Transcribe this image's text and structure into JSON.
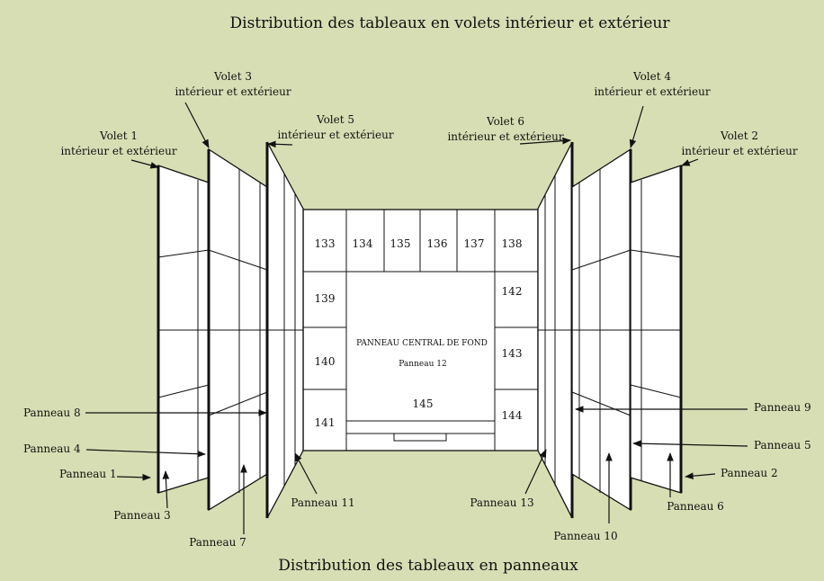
{
  "titles": {
    "top": "Distribution des tableaux en volets intérieur et extérieur",
    "bottom": "Distribution des tableaux en panneaux"
  },
  "volets": {
    "v1": {
      "name": "Volet 1",
      "sub": "intérieur et extérieur"
    },
    "v2": {
      "name": "Volet 2",
      "sub": "intérieur et extérieur"
    },
    "v3": {
      "name": "Volet 3",
      "sub": "intérieur et extérieur"
    },
    "v4": {
      "name": "Volet 4",
      "sub": "intérieur et extérieur"
    },
    "v5": {
      "name": "Volet 5",
      "sub": "intérieur et extérieur"
    },
    "v6": {
      "name": "Volet 6",
      "sub": "intérieur et extérieur"
    }
  },
  "panneaux": {
    "p1": "Panneau 1",
    "p2": "Panneau 2",
    "p3": "Panneau 3",
    "p4": "Panneau 4",
    "p5": "Panneau 5",
    "p6": "Panneau 6",
    "p7": "Panneau 7",
    "p8": "Panneau 8",
    "p9": "Panneau 9",
    "p10": "Panneau 10",
    "p11": "Panneau 11",
    "p13": "Panneau 13"
  },
  "central": {
    "title": "PANNEAU CENTRAL DE FOND",
    "sub": "Panneau 12"
  },
  "cells": {
    "c133": "133",
    "c134": "134",
    "c135": "135",
    "c136": "136",
    "c137": "137",
    "c138": "138",
    "c139": "139",
    "c140": "140",
    "c141": "141",
    "c142": "142",
    "c143": "143",
    "c144": "144",
    "c145": "145"
  }
}
